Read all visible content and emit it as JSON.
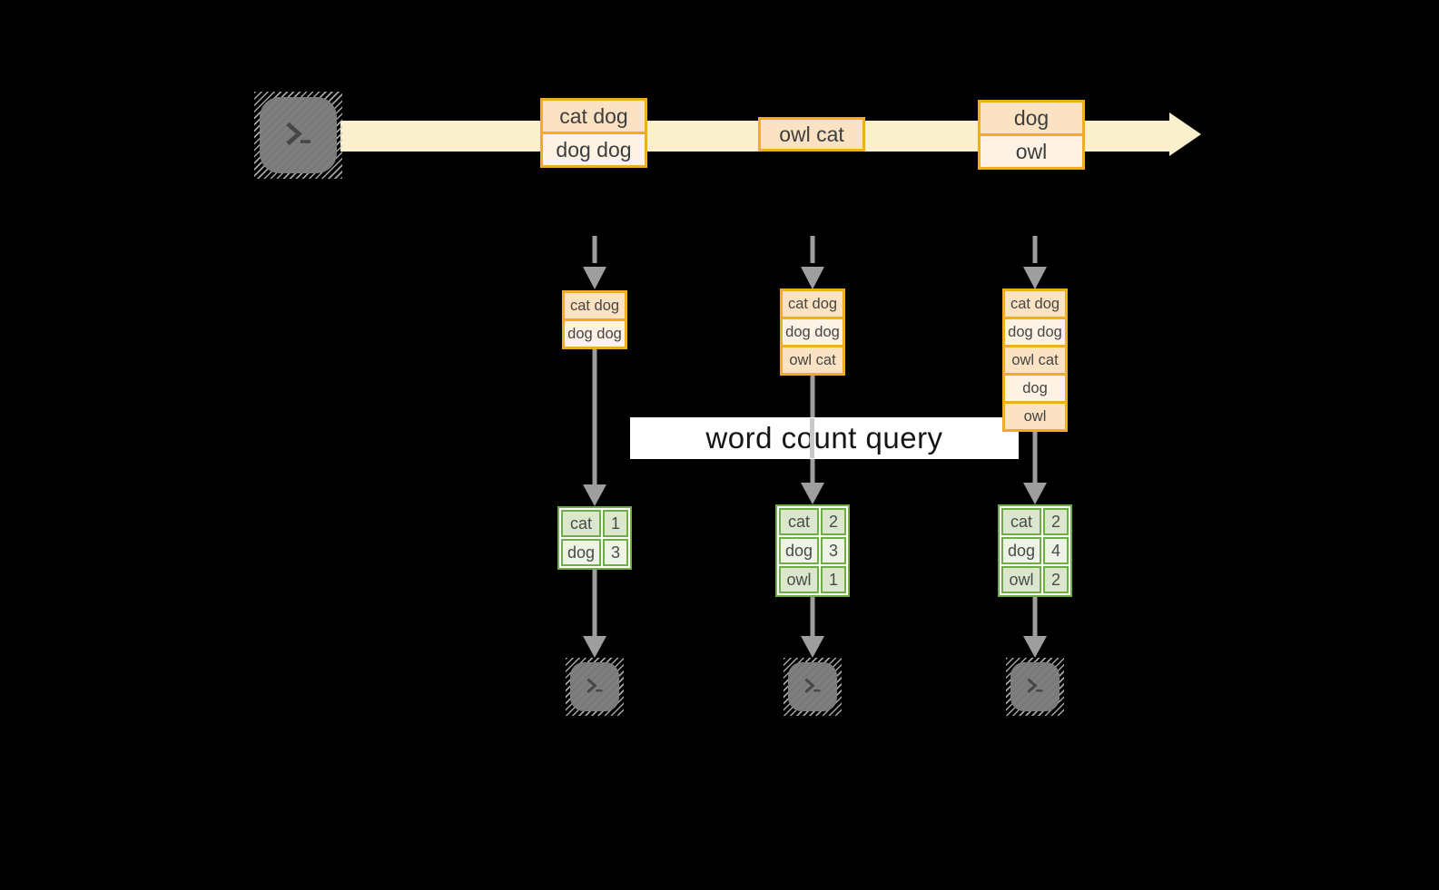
{
  "stream": {
    "source_icon": "terminal-icon",
    "events": [
      {
        "lines": [
          "cat dog",
          "dog dog"
        ]
      },
      {
        "lines": [
          "owl cat"
        ]
      },
      {
        "lines": [
          "dog",
          "owl"
        ]
      }
    ]
  },
  "query": {
    "label": "word count query"
  },
  "columns": [
    {
      "state": [
        "cat dog",
        "dog dog"
      ],
      "result": [
        {
          "word": "cat",
          "count": "1"
        },
        {
          "word": "dog",
          "count": "3"
        }
      ],
      "sink_icon": "terminal-icon"
    },
    {
      "state": [
        "cat dog",
        "dog dog",
        "owl cat"
      ],
      "result": [
        {
          "word": "cat",
          "count": "2"
        },
        {
          "word": "dog",
          "count": "3"
        },
        {
          "word": "owl",
          "count": "1"
        }
      ],
      "sink_icon": "terminal-icon"
    },
    {
      "state": [
        "cat dog",
        "dog dog",
        "owl cat",
        "dog",
        "owl"
      ],
      "result": [
        {
          "word": "cat",
          "count": "2"
        },
        {
          "word": "dog",
          "count": "4"
        },
        {
          "word": "owl",
          "count": "2"
        }
      ],
      "sink_icon": "terminal-icon"
    }
  ],
  "colors": {
    "background": "#000000",
    "stream_band": "#fbf0cd",
    "event_border": "#f0ad1d",
    "event_fill_dark": "#fbe2c2",
    "event_fill_light": "#fdf2e3",
    "arrow_gray": "#9e9e9e",
    "result_border": "#6fae47",
    "result_fill_dark": "#dbe7cc",
    "result_fill_light": "#edf3e5",
    "query_banner_bg": "#ffffff",
    "terminal_gray": "#7e7e7e"
  }
}
